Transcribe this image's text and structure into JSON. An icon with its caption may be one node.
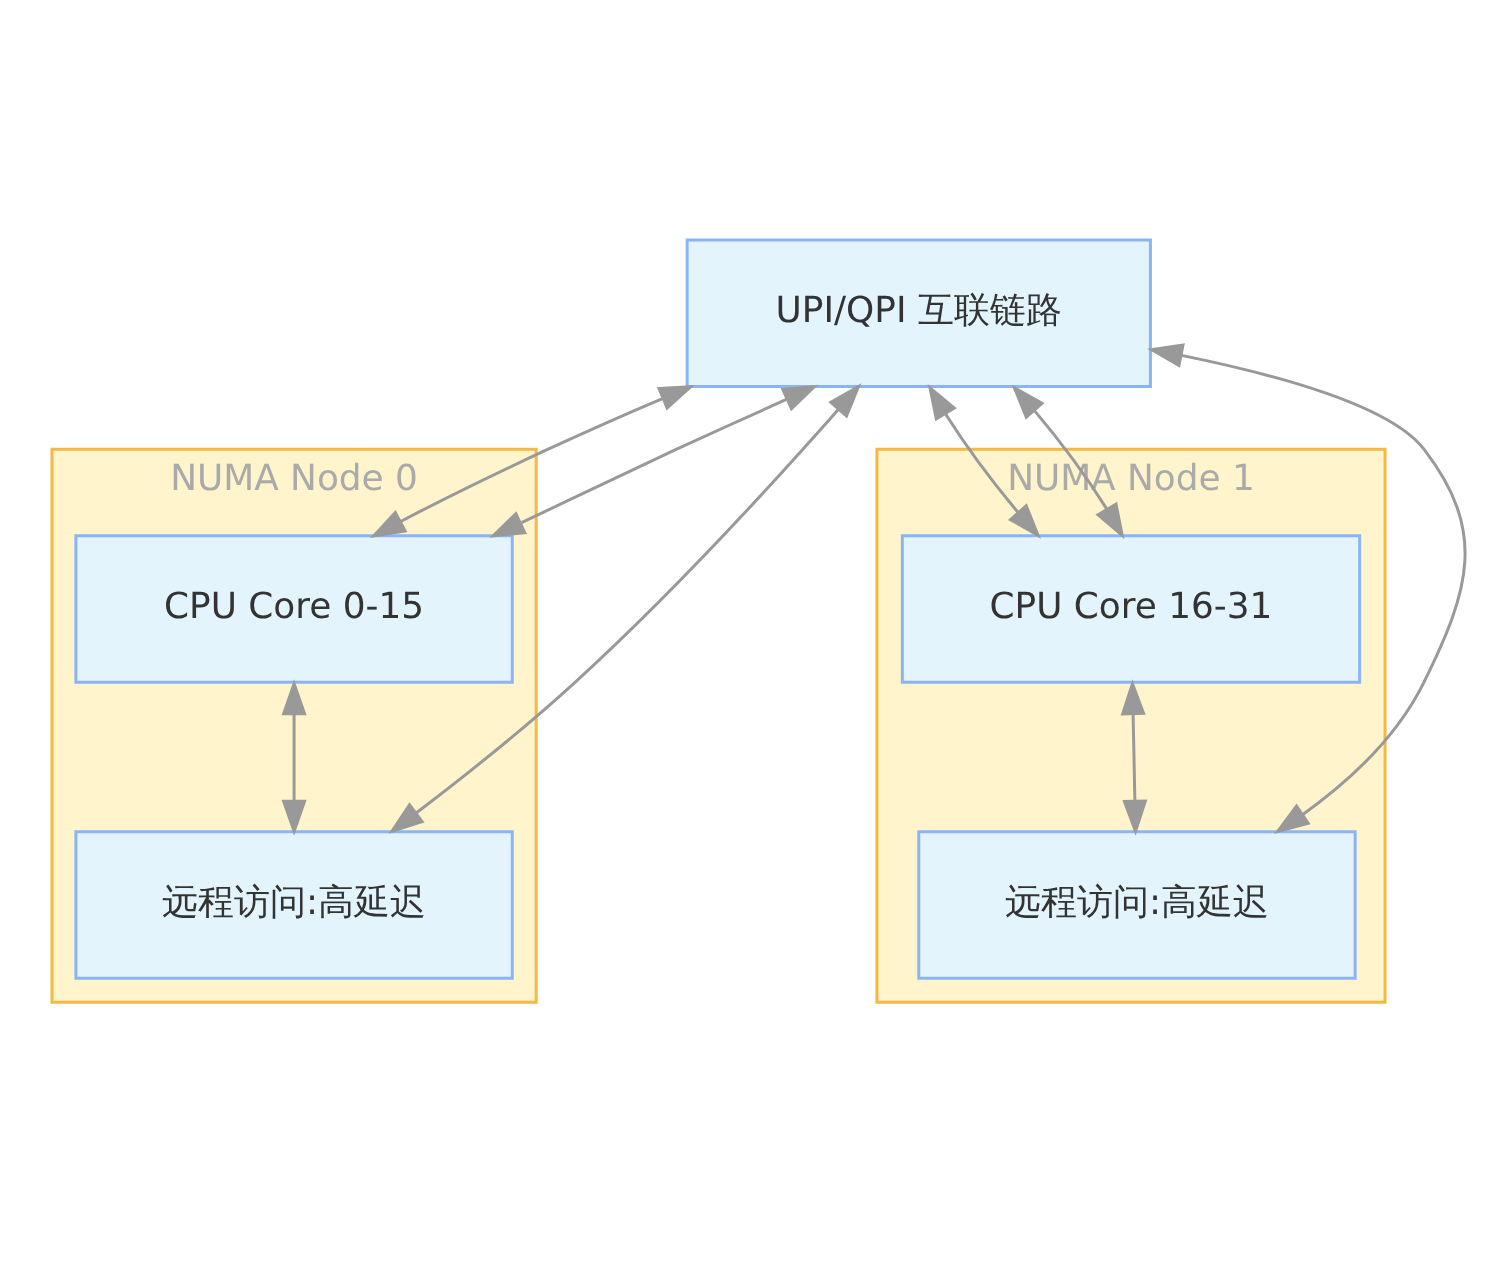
{
  "diagram": {
    "nodes": [
      {
        "text": [
          "NUMA Node 0"
        ]
      },
      {
        "text": [
          "CPU Core 0-15"
        ],
        "in": 0
      },
      {
        "text": [
          "远程访问:高延迟"
        ],
        "in": 0
      },
      {
        "text": [
          "UPI/QPI 互联链路"
        ]
      },
      {
        "text": [
          "NUMA Node 1"
        ]
      },
      {
        "text": [
          "CPU Core 16-31"
        ],
        "in": 4
      },
      {
        "text": [
          "远程访问:高延迟"
        ],
        "in": 4
      }
    ],
    "edges": [
      {
        "from": 3,
        "to": 1,
        "arrow": "both"
      },
      {
        "from": 3,
        "to": 1,
        "arrow": "both"
      },
      {
        "from": 1,
        "to": 2,
        "arrow": "both"
      },
      {
        "from": 3,
        "to": 2,
        "arrow": "both"
      },
      {
        "from": 3,
        "to": 5,
        "arrow": "both"
      },
      {
        "from": 3,
        "to": 5,
        "arrow": "both"
      },
      {
        "from": 3,
        "to": 6,
        "arrow": "both"
      },
      {
        "from": 5,
        "to": 6,
        "arrow": "both"
      }
    ]
  }
}
